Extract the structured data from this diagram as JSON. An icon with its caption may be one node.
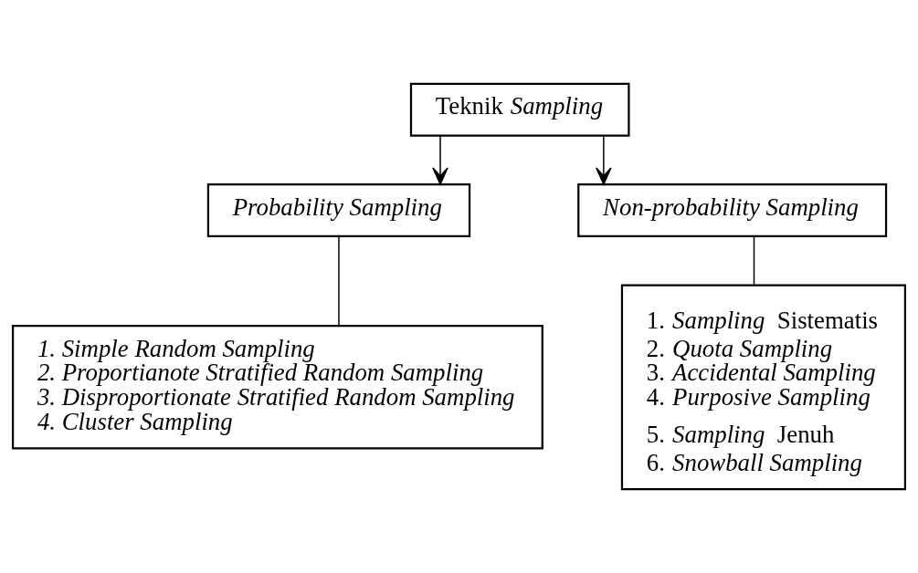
{
  "diagram": {
    "nodes": [
      {
        "text": [
          "Teknik *Sampling*"
        ]
      },
      {
        "text": [
          "Probability Sampling"
        ]
      },
      {
        "text": [
          "Non-probability Sampling"
        ]
      },
      {
        "text": [
          "1. Simple Random Sampling",
          "2. Proportianote Stratified Random Sampling",
          "3. Disproportionate Stratified Random Sampling",
          "4. Cluster Sampling"
        ]
      },
      {
        "text": [
          "1. *Sampling* Sistematis",
          "2. *Quota Sampling*",
          "3. *Accidental Sampling*",
          "4. *Purposive Sampling*",
          "5. *Sampling* Jenuh",
          "6. *Snowball Sampling*"
        ]
      }
    ],
    "edges": [
      {
        "from": 0,
        "to": 1,
        "arrow": "to"
      },
      {
        "from": 0,
        "to": 2,
        "arrow": "to"
      },
      {
        "from": 1,
        "to": 3,
        "arrow": "none"
      },
      {
        "from": 2,
        "to": 4,
        "arrow": "none"
      }
    ]
  }
}
